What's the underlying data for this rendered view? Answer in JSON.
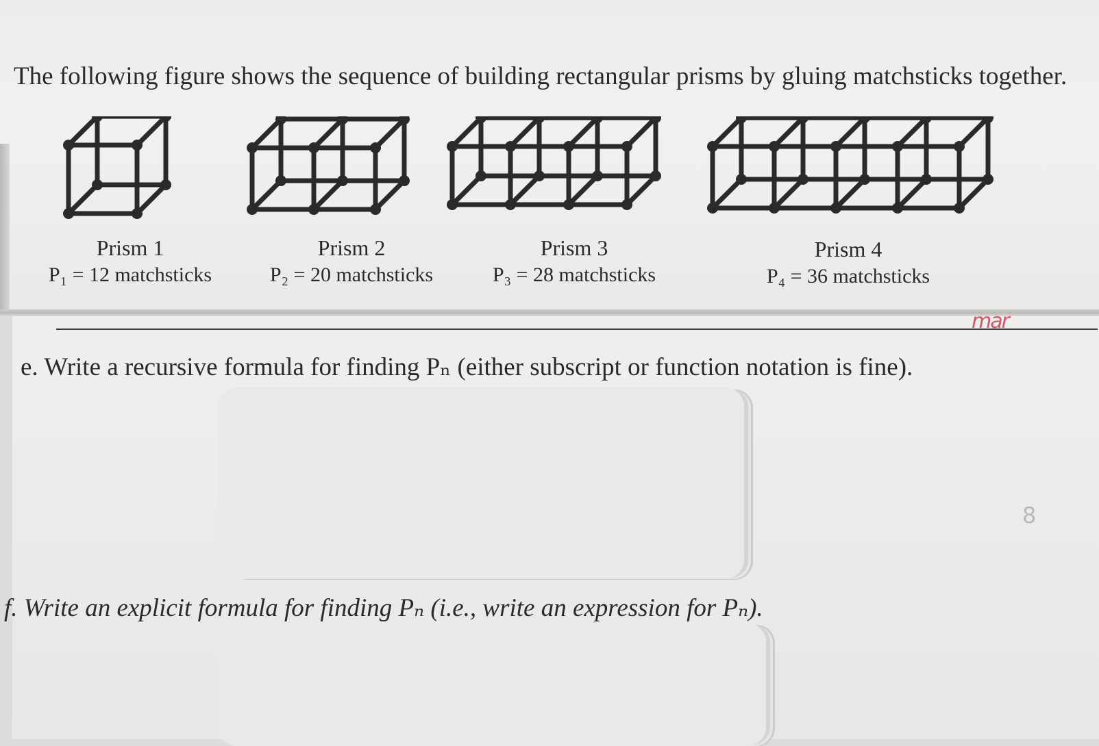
{
  "intro": "The following figure shows the sequence of building rectangular prisms by gluing matchsticks together.",
  "prisms": [
    {
      "name": "Prism 1",
      "count": "P₁ = 12 matchsticks",
      "cubes": 1
    },
    {
      "name": "Prism 2",
      "count": "P₂ = 20 matchsticks",
      "cubes": 2
    },
    {
      "name": "Prism 3",
      "count": "P₃ = 28 matchsticks",
      "cubes": 3
    },
    {
      "name": "Prism 4",
      "count": "P₄ = 36 matchsticks",
      "cubes": 4
    }
  ],
  "question_e": "e.  Write a recursive formula for finding Pₙ (either subscript or function notation is fine).",
  "question_f": "f.  Write an explicit formula for finding Pₙ (i.e., write an expression for Pₙ).",
  "margin_mark": "mar",
  "margin_digit": "8",
  "colors": {
    "ink": "#2a2a2a",
    "paper": "#efefed",
    "red_pen": "#d05a6a"
  }
}
